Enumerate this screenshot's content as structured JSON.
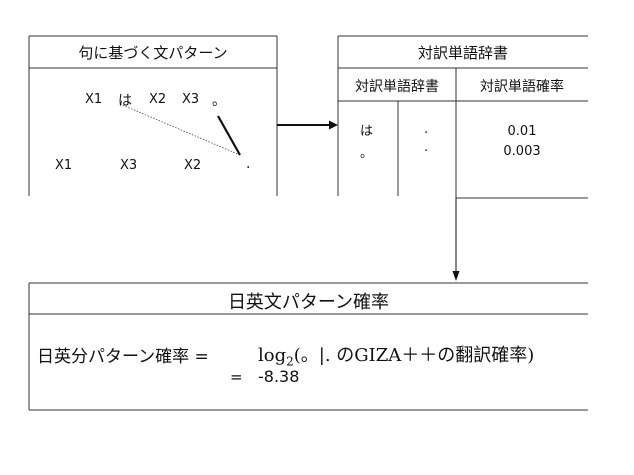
{
  "pattern_box": {
    "title": "句に基づく文パターン",
    "line1": [
      "X1",
      "は",
      "X2",
      "X3",
      "。"
    ],
    "line2": [
      "X1",
      "X3",
      "X2",
      "."
    ]
  },
  "dict_box": {
    "title": "対訳単語辞書",
    "col1_header": "対訳単語辞書",
    "col2_header": "対訳単語確率",
    "rows": [
      {
        "ja": "は",
        "en": ".",
        "prob": "0.01"
      },
      {
        "ja": "。",
        "en": ".",
        "prob": "0.003"
      }
    ]
  },
  "prob_box": {
    "title": "日英文パターン確率",
    "formula_label": "日英分パターン確率 =",
    "formula_prefix": "log",
    "formula_subscript": "2",
    "formula_body": "(。|. のGIZA＋＋の翻訳確率)",
    "result_eq": "=",
    "result_value": "-8.38"
  }
}
